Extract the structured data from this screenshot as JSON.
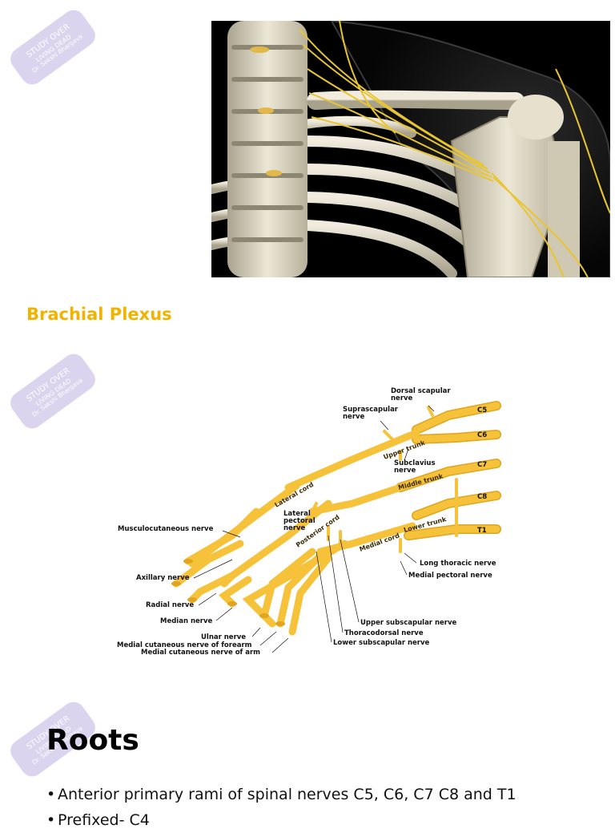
{
  "watermark": {
    "line1": "STUDY OVER",
    "line2": "LIVING DEAD",
    "line3": "Dr. Sakshi Bhargava",
    "color": "#d9d2ee"
  },
  "photo_caption": "Brachial Plexus",
  "diagram": {
    "roots": [
      "C5",
      "C6",
      "C7",
      "C8",
      "T1"
    ],
    "trunks": [
      "Upper trunk",
      "Middle trunk",
      "Lower trunk"
    ],
    "cords": [
      "Lateral cord",
      "Posterior cord",
      "Medial cord"
    ],
    "labels": {
      "dorsal_scapular": [
        "Dorsal scapular",
        "nerve"
      ],
      "suprascapular": [
        "Suprascapular",
        "nerve"
      ],
      "subclavius": [
        "Subclavius",
        "nerve"
      ],
      "lateral_pectoral": [
        "Lateral",
        "pectoral",
        "nerve"
      ],
      "musculocutaneous": "Musculocutaneous nerve",
      "axillary": "Axillary nerve",
      "radial": "Radial nerve",
      "median": "Median nerve",
      "ulnar": "Ulnar nerve",
      "med_cut_forearm": "Medial cutaneous nerve of forearm",
      "med_cut_arm": "Medial cutaneous nerve of arm",
      "long_thoracic": "Long thoracic nerve",
      "medial_pectoral": "Medial pectoral nerve",
      "upper_subscapular": "Upper subscapular nerve",
      "thoracodorsal": "Thoracodorsal nerve",
      "lower_subscapular": "Lower subscapular nerve"
    },
    "nerve_color": "#f5c23a"
  },
  "section": {
    "title": "Roots",
    "bullets": [
      "Anterior primary rami of spinal nerves C5, C6, C7 C8 and T1",
      "Prefixed- C4"
    ]
  }
}
